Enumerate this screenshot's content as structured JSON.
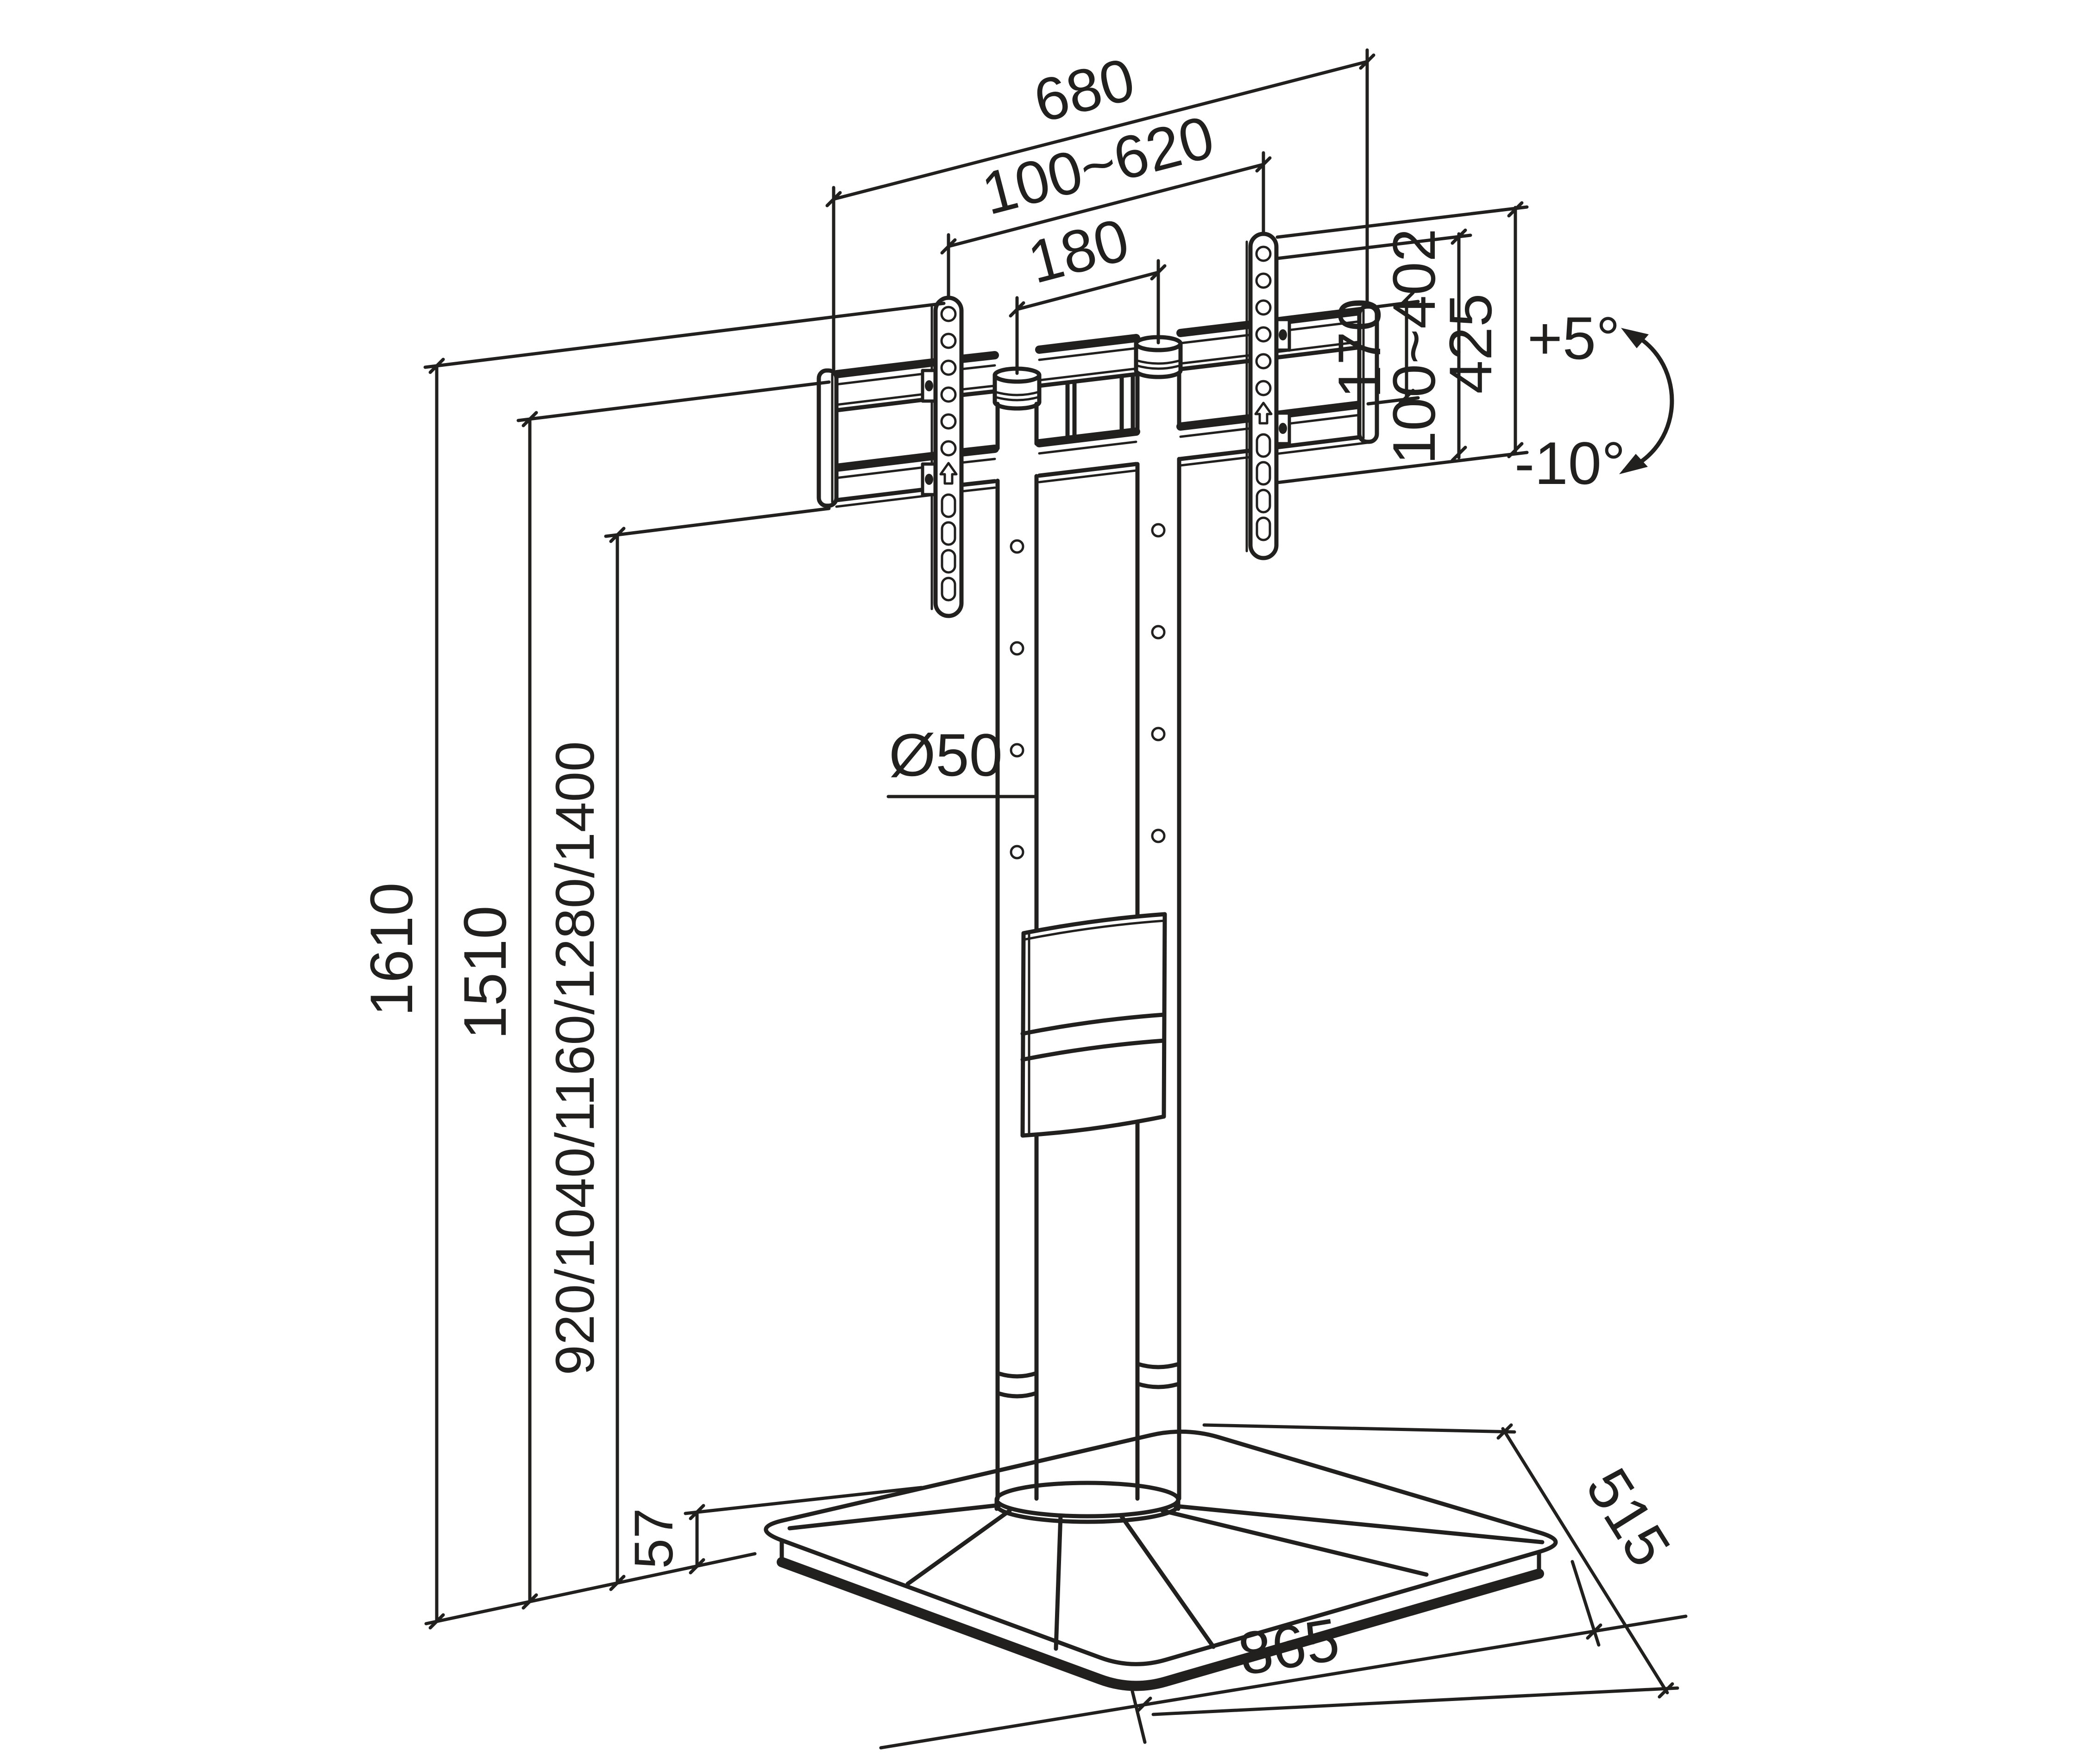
{
  "page": {
    "background": "#ffffff",
    "line_color": "#221f1f"
  },
  "drawing": {
    "subject": "tv-floor-stand-dimension-drawing",
    "units": "mm"
  },
  "dims": {
    "top_width": "680",
    "vesa_width_range": "100~620",
    "pole_spacing": "180",
    "rail_spacing": "170",
    "vesa_height_range": "100~402",
    "bracket_height": "425",
    "tilt_up": "+5°",
    "tilt_down": "-10°",
    "total_height": "1610",
    "column_height": "1510",
    "mount_heights": "920/1040/1160/1280/1400",
    "pole_diameter": "Ø50",
    "base_thickness": "57",
    "base_depth": "515",
    "base_width": "865"
  }
}
